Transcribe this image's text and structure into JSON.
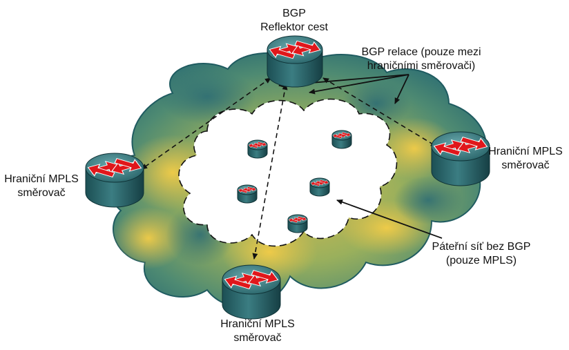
{
  "labels": {
    "reflector": {
      "line1": "BGP",
      "line2": "Reflektor cest"
    },
    "sessions": {
      "line1": "BGP relace (pouze mezi",
      "line2": "hraničními směrovači)"
    },
    "edge_left": {
      "line1": "Hraniční MPLS",
      "line2": "směrovač"
    },
    "edge_right": {
      "line1": "Hraniční MPLS",
      "line2": "směrovač"
    },
    "edge_bottom": {
      "line1": "Hraniční MPLS",
      "line2": "směrovač"
    },
    "core": {
      "line1": "Páteřní síť bez BGP",
      "line2": "(pouze MPLS)"
    }
  },
  "icons": {
    "router": "router-icon",
    "core_router": "core-router-icon"
  },
  "colors": {
    "cloud_outer": "#2e6f73",
    "cloud_green": "#7da56a",
    "cloud_yellow": "#e6c24a",
    "router_body": "#2d6b70",
    "router_top": "#4f9196",
    "router_arrow": "#e0171b",
    "session_line": "#111111"
  }
}
